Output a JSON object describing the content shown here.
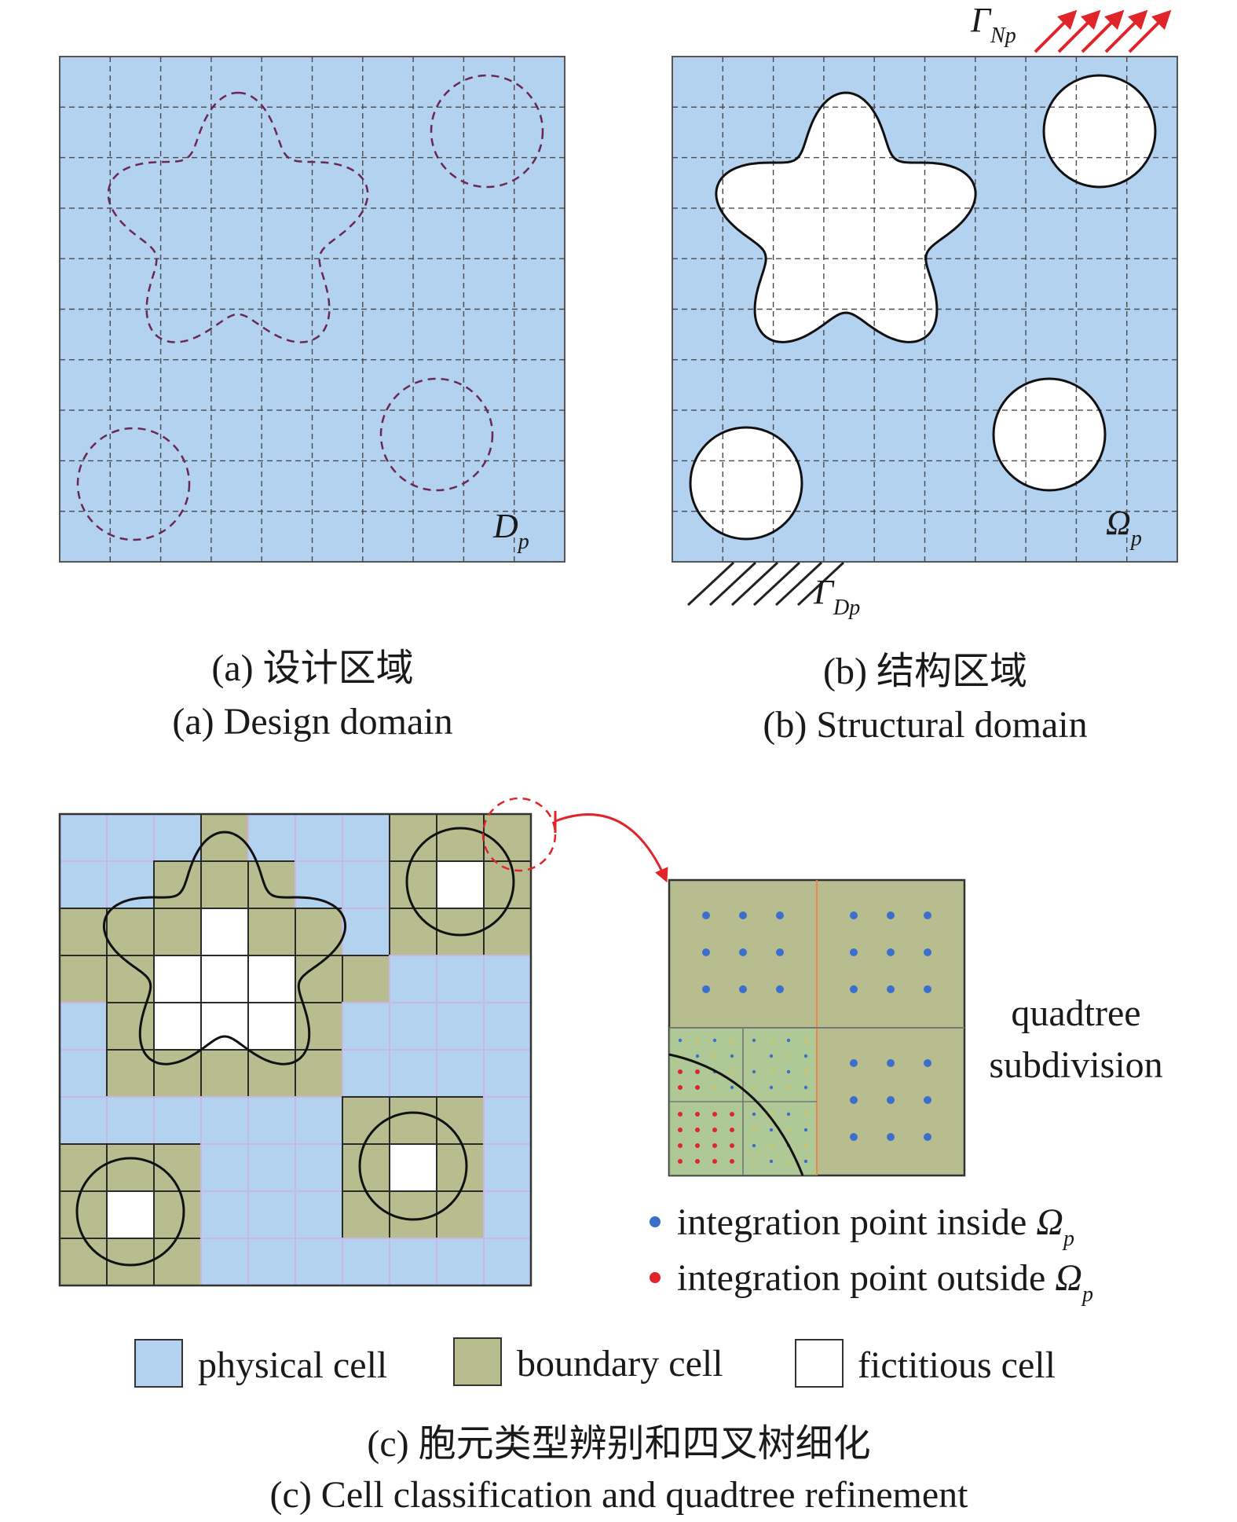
{
  "panel_a": {
    "label_main": "D",
    "label_sub": "p",
    "caption_cn": "(a) 设计区域",
    "caption_en": "(a) Design domain"
  },
  "panel_b": {
    "domain_main": "Ω",
    "domain_sub": "p",
    "neumann_main": "Γ",
    "neumann_sub": "Np",
    "dirichlet_main": "Γ",
    "dirichlet_sub": "Dp",
    "caption_cn": "(b) 结构区域",
    "caption_en": "(b) Structural domain"
  },
  "panel_c": {
    "quadtree_line1": "quadtree",
    "quadtree_line2": "subdivision",
    "inside_text": "integration point inside ",
    "inside_main": "Ω",
    "inside_sub": "p",
    "outside_text": "integration point outside ",
    "outside_main": "Ω",
    "outside_sub": "p",
    "legend_physical": "physical cell",
    "legend_boundary": "boundary cell",
    "legend_fictitious": "fictitious cell",
    "caption_cn": "(c) 胞元类型辨别和四叉树细化",
    "caption_en": "(c) Cell classification and quadtree refinement"
  },
  "colors": {
    "physical": "#b3d2ef",
    "boundary": "#b7bd8f",
    "fictitious": "#ffffff",
    "grid_purple": "#c9b7e3",
    "inside_point": "#3a6fcb",
    "outside_point": "#e0242a",
    "arrow_red": "#e0242a",
    "dashed_outline": "#6a2850"
  }
}
